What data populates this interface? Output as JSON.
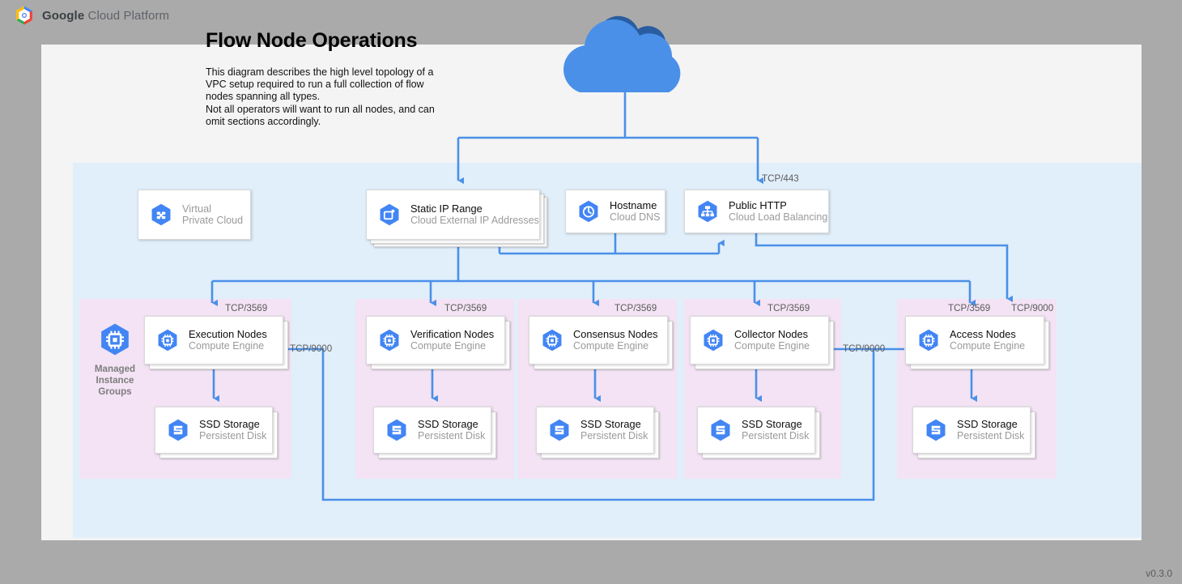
{
  "header": {
    "brand_bold": "Google",
    "brand_rest": " Cloud Platform",
    "logo_icon": "gcp-hexagon-logo"
  },
  "page": {
    "title": "Flow Node Operations",
    "description": "This diagram describes the high level topology of a VPC setup required to run a full collection of flow nodes spanning all types.\nNot all operators will want to run all nodes, and can omit sections accordingly.",
    "version": "v0.3.0"
  },
  "colors": {
    "page_background": "#aaaaaa",
    "canvas": "#f4f4f4",
    "vpc_zone": "#e1effb",
    "mig_zone": "#f3e3f4",
    "connector": "#4a90e8",
    "cloud_light": "#4a90e8",
    "cloud_dark": "#2a5d9f",
    "icon_blue": "#4285f4",
    "title_text": "#0e0e0e",
    "subtitle_text": "#9a9a9a",
    "label_text": "#5b5b5b"
  },
  "internet": {
    "icon": "cloud-icon",
    "name": "internet-cloud"
  },
  "top_row": [
    {
      "id": "vpc",
      "title": "Virtual",
      "subtitle": "Private Cloud",
      "icon": "virtual-private-cloud-icon",
      "muted": true,
      "stacked": "none"
    },
    {
      "id": "static-ip",
      "title": "Static IP Range",
      "subtitle": "Cloud External IP Addresses",
      "icon": "external-ip-icon",
      "muted": false,
      "stacked": "triple"
    },
    {
      "id": "hostname",
      "title": "Hostname",
      "subtitle": "Cloud DNS",
      "icon": "cloud-dns-icon",
      "muted": false,
      "stacked": "none"
    },
    {
      "id": "public-http",
      "title": "Public HTTP",
      "subtitle": "Cloud Load Balancing",
      "icon": "load-balancer-icon",
      "muted": false,
      "stacked": "none"
    }
  ],
  "mig_group": {
    "label": "Managed\nInstance\nGroups",
    "icon": "managed-instance-group-icon"
  },
  "node_columns": [
    {
      "id": "execution",
      "compute": {
        "title": "Execution Nodes",
        "subtitle": "Compute Engine",
        "icon": "compute-engine-icon"
      },
      "storage": {
        "title": "SSD Storage",
        "subtitle": "Persistent Disk",
        "icon": "persistent-disk-icon"
      },
      "ingress_ports": [
        "TCP/3569"
      ]
    },
    {
      "id": "verification",
      "compute": {
        "title": "Verification Nodes",
        "subtitle": "Compute Engine",
        "icon": "compute-engine-icon"
      },
      "storage": {
        "title": "SSD Storage",
        "subtitle": "Persistent Disk",
        "icon": "persistent-disk-icon"
      },
      "ingress_ports": [
        "TCP/3569"
      ]
    },
    {
      "id": "consensus",
      "compute": {
        "title": "Consensus Nodes",
        "subtitle": "Compute Engine",
        "icon": "compute-engine-icon"
      },
      "storage": {
        "title": "SSD Storage",
        "subtitle": "Persistent Disk",
        "icon": "persistent-disk-icon"
      },
      "ingress_ports": [
        "TCP/3569"
      ]
    },
    {
      "id": "collector",
      "compute": {
        "title": "Collector Nodes",
        "subtitle": "Compute Engine",
        "icon": "compute-engine-icon"
      },
      "storage": {
        "title": "SSD Storage",
        "subtitle": "Persistent Disk",
        "icon": "persistent-disk-icon"
      },
      "ingress_ports": [
        "TCP/3569"
      ]
    },
    {
      "id": "access",
      "compute": {
        "title": "Access Nodes",
        "subtitle": "Compute Engine",
        "icon": "compute-engine-icon"
      },
      "storage": {
        "title": "SSD Storage",
        "subtitle": "Persistent Disk",
        "icon": "persistent-disk-icon"
      },
      "ingress_ports": [
        "TCP/3569",
        "TCP/9000"
      ]
    }
  ],
  "connection_labels": {
    "https": "TCP/443",
    "node_api_exec": "TCP/9000",
    "node_api_collector": "TCP/9000"
  }
}
